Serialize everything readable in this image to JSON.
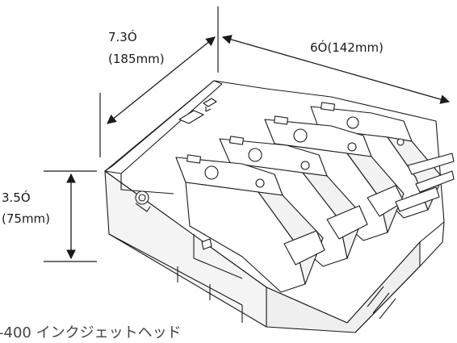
{
  "dimensions": {
    "depth": {
      "inches": "7.3Ó",
      "mm": "(185mm)"
    },
    "width": {
      "label": "6Ó(142mm)"
    },
    "height": {
      "inches": "3.5Ó",
      "mm": "(75mm)"
    }
  },
  "caption": "-400 インクジェットヘッド",
  "colors": {
    "line": "#1a1a1a",
    "body_fill": "#ffffff",
    "shade": "#e8e8e8"
  }
}
